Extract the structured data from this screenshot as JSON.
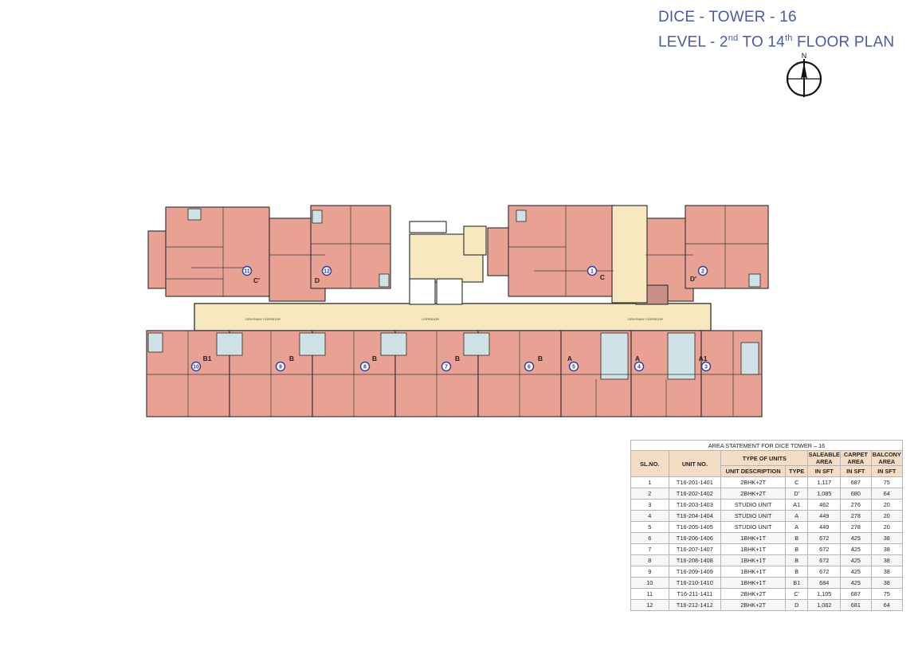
{
  "title": {
    "line1": "DICE - TOWER - 16",
    "line2_prefix": "LEVEL - 2",
    "line2_sup1": "nd",
    "line2_mid": " TO 14",
    "line2_sup2": "th",
    "line2_suffix": " FLOOR PLAN"
  },
  "compass": {
    "label": "N"
  },
  "plan": {
    "colors": {
      "unit_fill": "#e8a193",
      "corridor_fill": "#f7e8c0",
      "wall": "#3a3a3a",
      "wet_area": "#cfe3e6",
      "lift_fill": "#ffffff",
      "unit_marker": "#2c3e9e"
    },
    "corridor_labels": [
      "DRIVEWAY CORRIDOR",
      "CORRIDOR",
      "DRIVEWAY CORRIDOR"
    ],
    "units": [
      {
        "num": "11",
        "type": "C'"
      },
      {
        "num": "12",
        "type": "D"
      },
      {
        "num": "1",
        "type": "C"
      },
      {
        "num": "2",
        "type": "D'"
      },
      {
        "num": "10",
        "type": "B1"
      },
      {
        "num": "9",
        "type": "B"
      },
      {
        "num": "8",
        "type": "B"
      },
      {
        "num": "7",
        "type": "B"
      },
      {
        "num": "6",
        "type": "B"
      },
      {
        "num": "5",
        "type": "A"
      },
      {
        "num": "4",
        "type": "A"
      },
      {
        "num": "3",
        "type": "A1"
      }
    ]
  },
  "area_statement": {
    "caption": "AREA STATEMENT FOR DICE TOWER – 16",
    "headers": {
      "sl_no": "SL.NO.",
      "unit_no": "UNIT NO.",
      "type_of_units": "TYPE OF UNITS",
      "unit_description": "UNIT DESCRIPTION",
      "type": "TYPE",
      "saleable_area": "SALEABLE AREA",
      "carpet_area": "CARPET AREA",
      "balcony_area": "BALCONY AREA",
      "in_sft": "IN SFT"
    },
    "rows": [
      [
        "1",
        "T16-201-1401",
        "2BHK+2T",
        "C",
        "1,117",
        "687",
        "75"
      ],
      [
        "2",
        "T16-202-1402",
        "2BHK+2T",
        "D'",
        "1,085",
        "680",
        "64"
      ],
      [
        "3",
        "T16-203-1403",
        "STUDIO UNIT",
        "A1",
        "462",
        "276",
        "20"
      ],
      [
        "4",
        "T16-204-1404",
        "STUDIO UNIT",
        "A",
        "449",
        "278",
        "20"
      ],
      [
        "5",
        "T16-205-1405",
        "STUDIO UNIT",
        "A",
        "449",
        "278",
        "20"
      ],
      [
        "6",
        "T16-206-1406",
        "1BHK+1T",
        "B",
        "672",
        "425",
        "38"
      ],
      [
        "7",
        "T16-207-1407",
        "1BHK+1T",
        "B",
        "672",
        "425",
        "38"
      ],
      [
        "8",
        "T16-208-1408",
        "1BHK+1T",
        "B",
        "672",
        "425",
        "38"
      ],
      [
        "9",
        "T16-209-1409",
        "1BHK+1T",
        "B",
        "672",
        "425",
        "38"
      ],
      [
        "10",
        "T16-210-1410",
        "1BHK+1T",
        "B1",
        "684",
        "425",
        "38"
      ],
      [
        "11",
        "T16-211-1411",
        "2BHK+2T",
        "C'",
        "1,105",
        "687",
        "75"
      ],
      [
        "12",
        "T16-212-1412",
        "2BHK+2T",
        "D",
        "1,082",
        "681",
        "64"
      ]
    ]
  }
}
